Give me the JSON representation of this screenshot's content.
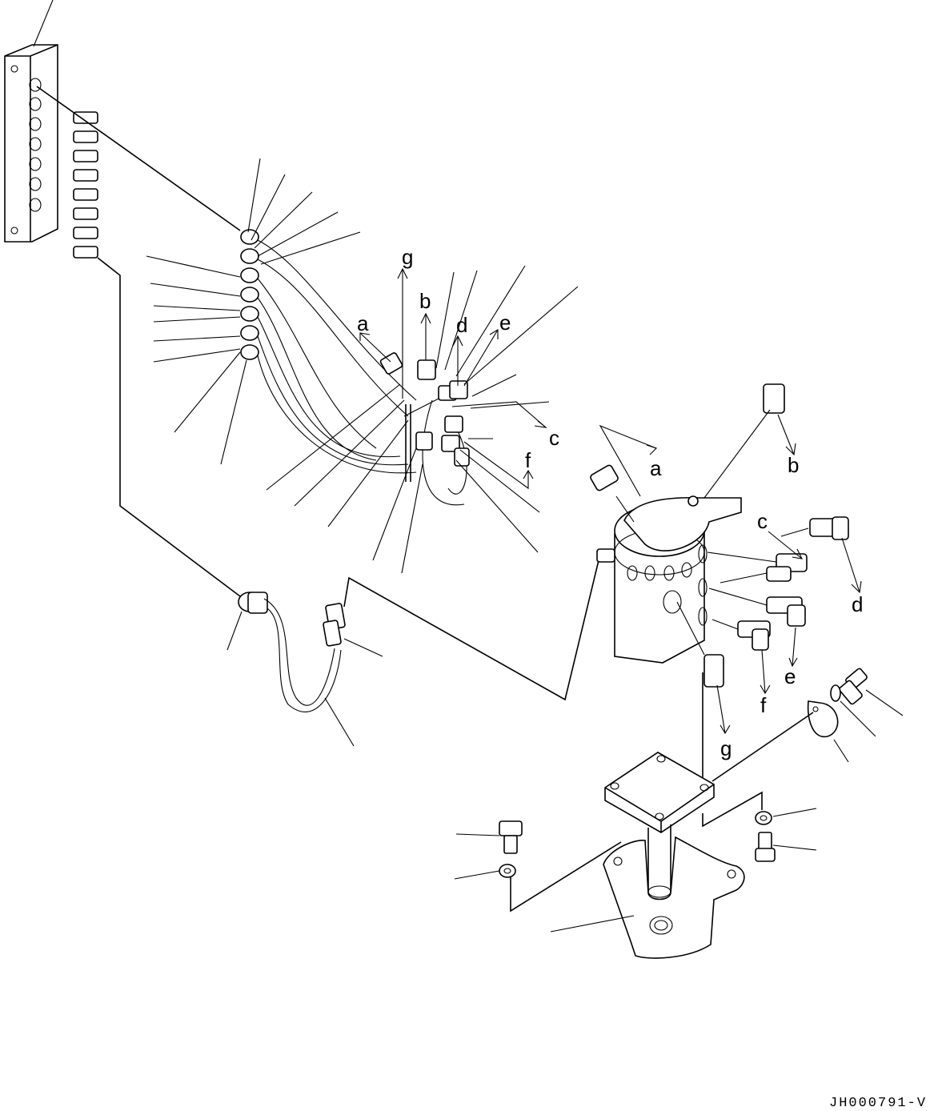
{
  "labels": {
    "a1": "a",
    "b1": "b",
    "d1": "d",
    "e1": "e",
    "g1": "g",
    "c1": "c",
    "f1": "f",
    "a2": "a",
    "b2": "b",
    "c2": "c",
    "d2": "d",
    "e2": "e",
    "f2": "f",
    "g2": "g"
  },
  "drawing_code": "JH000791-V"
}
